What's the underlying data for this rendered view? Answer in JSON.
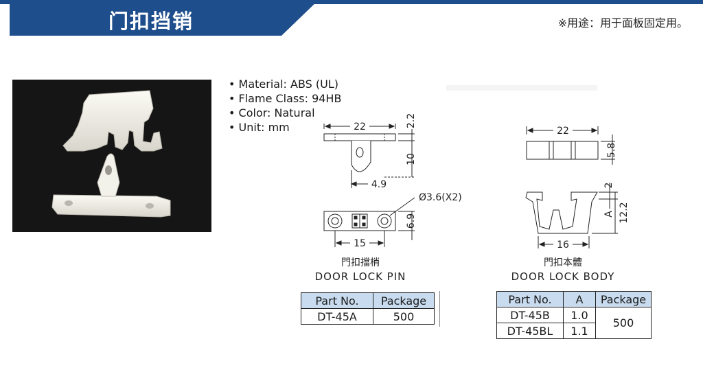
{
  "header": {
    "title": "门扣挡销",
    "usage_note": "※用途：用于面板固定用。"
  },
  "specs": [
    "Material: ABS (UL)",
    "Flame Class: 94HB",
    "Color: Natural",
    "Unit: mm"
  ],
  "pin_drawing": {
    "dim_width": "22",
    "dim_top": "2.2",
    "dim_height": "10",
    "dim_offset": "4.9",
    "dim_hole": "Ø3.6(X2)",
    "dim_pitch": "15",
    "dim_depth": "6.9",
    "caption_cn": "門扣擋梢",
    "caption_en": "DOOR LOCK PIN"
  },
  "body_drawing": {
    "dim_width": "22",
    "dim_thickness": "5.8",
    "dim_top": "2",
    "dim_a": "A",
    "dim_height": "12.2",
    "dim_base": "16",
    "caption_cn": "門扣本體",
    "caption_en": "DOOR LOCK BODY"
  },
  "pin_table": {
    "headers": [
      "Part No.",
      "Package"
    ],
    "rows": [
      [
        "DT-45A",
        "500"
      ]
    ]
  },
  "body_table": {
    "headers": [
      "Part No.",
      "A",
      "Package"
    ],
    "rows": [
      [
        "DT-45B",
        "1.0",
        "500"
      ],
      [
        "DT-45BL",
        "1.1",
        ""
      ]
    ]
  },
  "colors": {
    "banner": "#1f4e8c",
    "table_header": "#c9dcef",
    "photo_background": "#151515",
    "part_color": "#efeee6"
  }
}
